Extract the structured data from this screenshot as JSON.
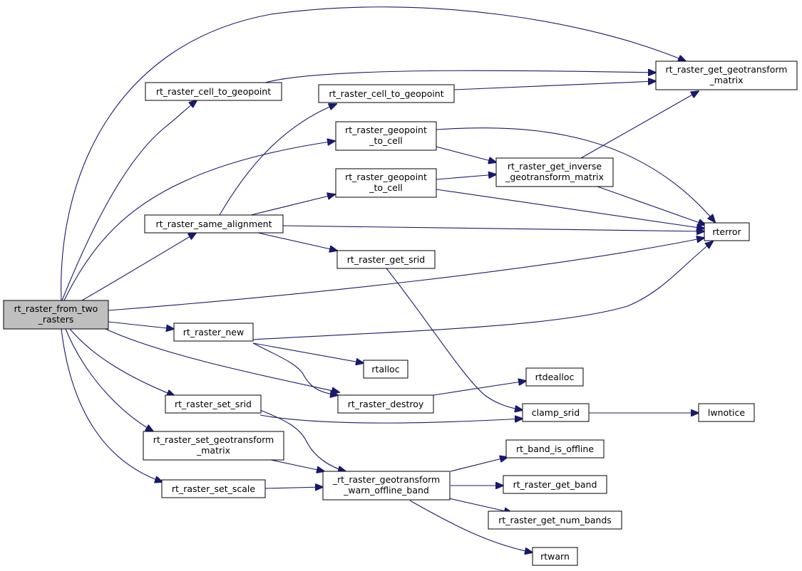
{
  "nodes": {
    "root_l1": "rt_raster_from_two",
    "root_l2": "_rasters",
    "cell_to_geo_a": "rt_raster_cell_to_geopoint",
    "cell_to_geo_b": "rt_raster_cell_to_geopoint",
    "get_geotransform_l1": "rt_raster_get_geotransform",
    "get_geotransform_l2": "_matrix",
    "geo_to_cell_a_l1": "rt_raster_geopoint",
    "geo_to_cell_a_l2": "_to_cell",
    "geo_to_cell_b_l1": "rt_raster_geopoint",
    "geo_to_cell_b_l2": "_to_cell",
    "get_inverse_l1": "rt_raster_get_inverse",
    "get_inverse_l2": "_geotransform_matrix",
    "same_alignment": "rt_raster_same_alignment",
    "rterror": "rterror",
    "get_srid": "rt_raster_get_srid",
    "raster_new": "rt_raster_new",
    "rtalloc": "rtalloc",
    "rtdealloc": "rtdealloc",
    "set_srid": "rt_raster_set_srid",
    "destroy": "rt_raster_destroy",
    "clamp_srid": "clamp_srid",
    "lwnotice": "lwnotice",
    "set_geotransform_l1": "rt_raster_set_geotransform",
    "set_geotransform_l2": "_matrix",
    "band_is_offline": "rt_band_is_offline",
    "warn_offline_l1": "_rt_raster_geotransform",
    "warn_offline_l2": "_warn_offline_band",
    "set_scale": "rt_raster_set_scale",
    "get_band": "rt_raster_get_band",
    "get_num_bands": "rt_raster_get_num_bands",
    "rtwarn": "rtwarn"
  },
  "colors": {
    "edge": "#191970",
    "root_fill": "#bfbfbf",
    "node_fill": "#ffffff"
  }
}
